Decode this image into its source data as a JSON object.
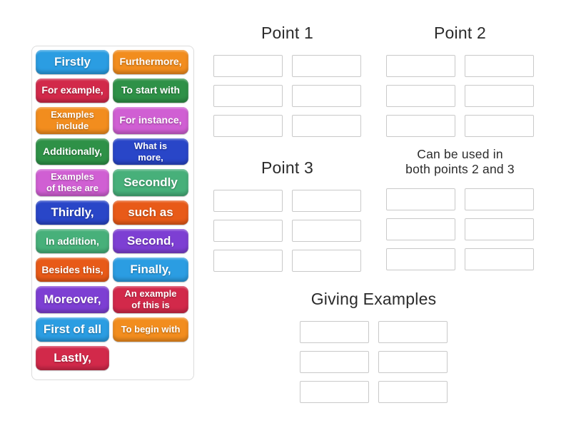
{
  "page": {
    "background": "#ffffff",
    "heading_color": "#2b2b2b",
    "slot_border_color": "#c9c9c9",
    "panel_border_color": "#dcdcdc"
  },
  "word_bank": {
    "colors": {
      "blue": "#2b9de2",
      "orange": "#f28d1e",
      "crimson": "#d2294a",
      "green": "#2e9147",
      "orchid": "#d05fd3",
      "royalblue": "#2946c8",
      "seagreen": "#47b07a",
      "orangered": "#e85a18",
      "violet": "#7d3fd3"
    },
    "tiles": [
      {
        "label": "Firstly",
        "color": "blue",
        "size": "lg"
      },
      {
        "label": "Furthermore,",
        "color": "orange",
        "size": "md"
      },
      {
        "label": "For example,",
        "color": "crimson",
        "size": "md"
      },
      {
        "label": "To start with",
        "color": "green",
        "size": "md"
      },
      {
        "label": "Examples\ninclude",
        "color": "orange",
        "size": "sm"
      },
      {
        "label": "For instance,",
        "color": "orchid",
        "size": "md"
      },
      {
        "label": "Additionally,",
        "color": "green",
        "size": "md"
      },
      {
        "label": "What is\nmore,",
        "color": "royalblue",
        "size": "sm"
      },
      {
        "label": "Examples\nof these are",
        "color": "orchid",
        "size": "sm"
      },
      {
        "label": "Secondly",
        "color": "seagreen",
        "size": "lg"
      },
      {
        "label": "Thirdly,",
        "color": "royalblue",
        "size": "lg"
      },
      {
        "label": "such as",
        "color": "orangered",
        "size": "lg"
      },
      {
        "label": "In addition,",
        "color": "seagreen",
        "size": "md"
      },
      {
        "label": "Second,",
        "color": "violet",
        "size": "lg"
      },
      {
        "label": "Besides this,",
        "color": "orangered",
        "size": "md"
      },
      {
        "label": "Finally,",
        "color": "blue",
        "size": "lg"
      },
      {
        "label": "Moreover,",
        "color": "violet",
        "size": "lg"
      },
      {
        "label": "An example\nof this is",
        "color": "crimson",
        "size": "sm"
      },
      {
        "label": "First of all",
        "color": "blue",
        "size": "lg"
      },
      {
        "label": "To begin with",
        "color": "orange",
        "size": "sm"
      },
      {
        "label": "Lastly,",
        "color": "crimson",
        "size": "lg"
      }
    ]
  },
  "groups": [
    {
      "id": "point1",
      "title": "Point 1",
      "slot_count": 6
    },
    {
      "id": "point2",
      "title": "Point 2",
      "slot_count": 6
    },
    {
      "id": "point3",
      "title": "Point 3",
      "slot_count": 6
    },
    {
      "id": "both23",
      "title": "Can be used in\nboth points 2 and 3",
      "slot_count": 6
    },
    {
      "id": "giving",
      "title": "Giving Examples",
      "slot_count": 6
    }
  ]
}
